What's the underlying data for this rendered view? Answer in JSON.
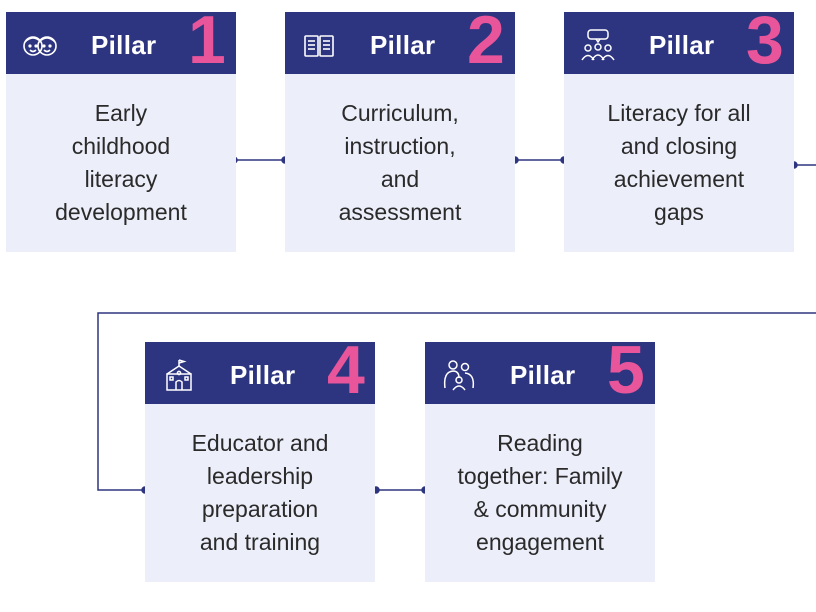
{
  "pillars": [
    {
      "label": "Pillar",
      "number": "1",
      "icon": "children-faces-icon",
      "text": "Early\nchildhood\nliteracy\ndevelopment"
    },
    {
      "label": "Pillar",
      "number": "2",
      "icon": "open-book-icon",
      "text": "Curriculum,\ninstruction,\nand\nassessment"
    },
    {
      "label": "Pillar",
      "number": "3",
      "icon": "group-discussion-icon",
      "text": "Literacy for all\nand closing\nachievement\ngaps"
    },
    {
      "label": "Pillar",
      "number": "4",
      "icon": "schoolhouse-icon",
      "text": "Educator and\nleadership\npreparation\nand training"
    },
    {
      "label": "Pillar",
      "number": "5",
      "icon": "family-icon",
      "text": "Reading\ntogether: Family\n& community\nengagement"
    }
  ],
  "colors": {
    "header": "#2e3580",
    "number": "#e8559a",
    "body": "#eceef9",
    "connector": "#2e3580"
  }
}
